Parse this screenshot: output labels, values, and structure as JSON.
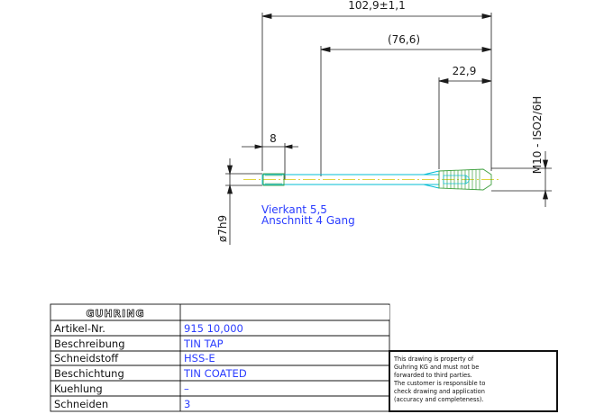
{
  "dimensions": {
    "overall_length": "102,9±1,1",
    "shank_length": "(76,6)",
    "thread_length": "22,9",
    "square_length": "8",
    "shank_diameter": "ø7h9",
    "thread_spec": "M10 - ISO2/6H"
  },
  "notes": {
    "square": "Vierkant 5,5",
    "chamfer": "Anschnitt 4 Gang"
  },
  "title_block": {
    "logo": "GUHRING",
    "rows": [
      {
        "label": "Artikel-Nr.",
        "value": "915 10,000"
      },
      {
        "label": "Beschreibung",
        "value": "TIN TAP"
      },
      {
        "label": "Schneidstoff",
        "value": "HSS-E"
      },
      {
        "label": "Beschichtung",
        "value": "TIN COATED"
      },
      {
        "label": "Kuehlung",
        "value": "–"
      },
      {
        "label": "Schneiden",
        "value": "3"
      }
    ]
  },
  "disclaimer": {
    "lines": [
      "This drawing is property of",
      "Guhring KG and must not be",
      "forwarded to third parties.",
      "The customer is responsible to",
      "check drawing and application",
      "(accuracy and completeness)."
    ]
  },
  "colors": {
    "line": "#1a1a1a",
    "text_blue": "#2a3cff",
    "tool_cyan": "#00bcd4",
    "centerline_yellow": "#d8c800",
    "tool_green": "#3ea03e"
  }
}
